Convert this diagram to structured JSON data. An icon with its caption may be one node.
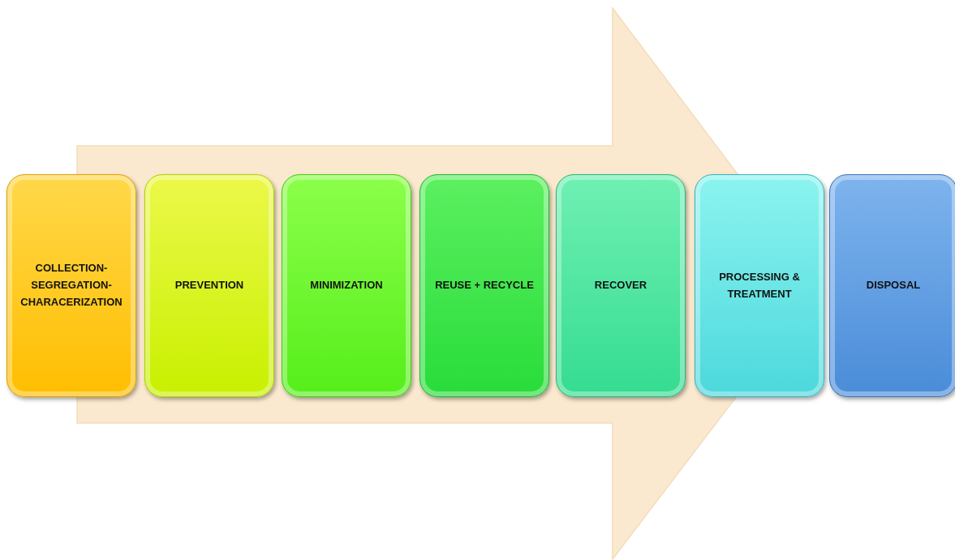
{
  "diagram": {
    "nodes": [
      {
        "text": [
          "COLLECTION- SEGREGATION- CHARACERIZATION"
        ]
      },
      {
        "text": [
          "PREVENTION"
        ]
      },
      {
        "text": [
          "MINIMIZATION"
        ]
      },
      {
        "text": [
          "REUSE + RECYCLE"
        ]
      },
      {
        "text": [
          "RECOVER"
        ]
      },
      {
        "text": [
          "PROCESSING & TREATMENT"
        ]
      },
      {
        "text": [
          "DISPOSAL"
        ]
      }
    ],
    "edges": [
      {
        "from": 0,
        "to": 5,
        "arrow": "to"
      }
    ]
  }
}
